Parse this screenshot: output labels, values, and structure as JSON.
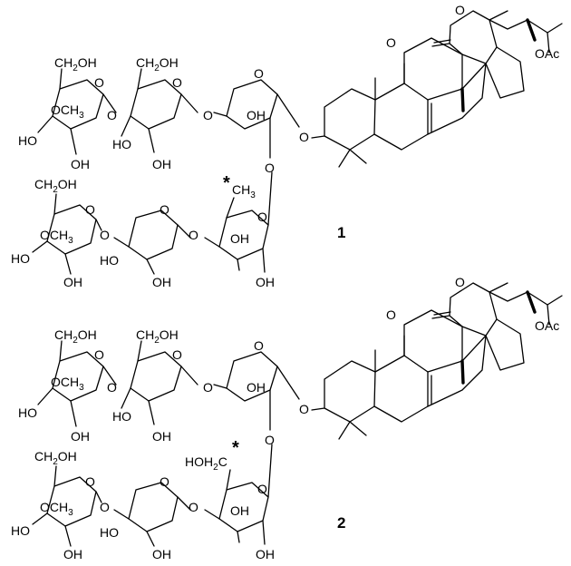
{
  "compounds": [
    {
      "number": "1",
      "star_label": "*",
      "star_group": "CH",
      "star_group_sub": "3",
      "star_group_prefix": ""
    },
    {
      "number": "2",
      "star_label": "*",
      "star_group": "C",
      "star_group_sub": "2",
      "star_group_prefix": "HOH"
    }
  ],
  "labels": {
    "o": "O",
    "oh": "OH",
    "ho": "HO",
    "ch2oh_pre": "CH",
    "ch2oh_sub": "2",
    "ch2oh_post": "OH",
    "och3_pre": "OCH",
    "och3_sub": "3",
    "oac": "OAc"
  }
}
